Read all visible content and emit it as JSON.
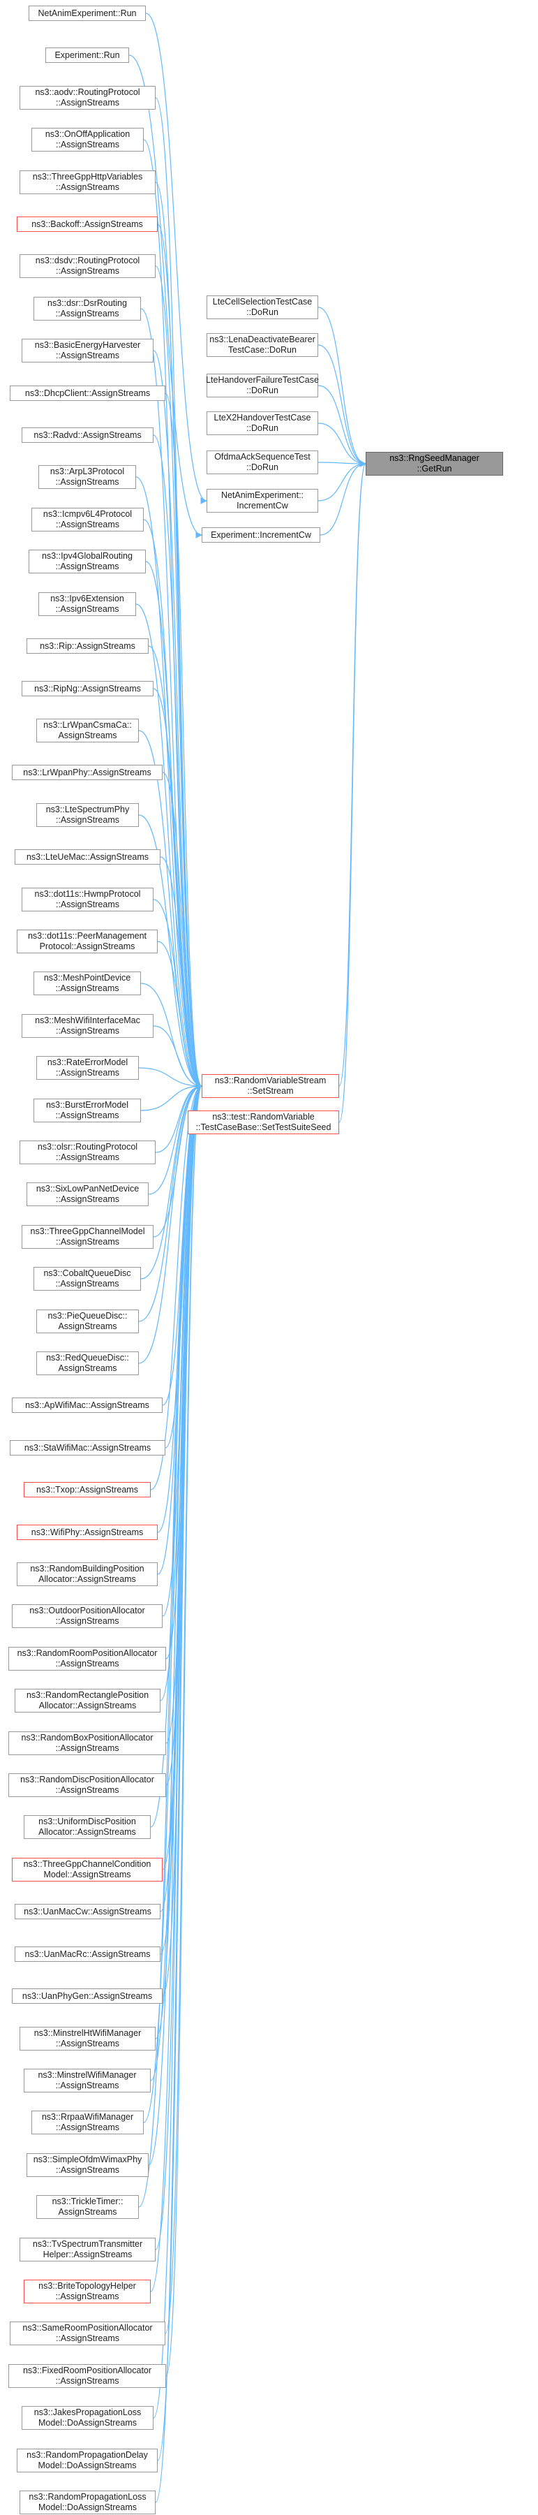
{
  "diagram": {
    "colors": {
      "edge": "#63b8ff",
      "border": "#999999",
      "red_border": "#ff4d4d",
      "focus_fill": "#999999"
    },
    "focus": {
      "id": "n-rngseed-getrun",
      "label": "ns3::RngSeedManager\n::GetRun"
    },
    "hubs": [
      {
        "id": "n-setstream",
        "label": "ns3::RandomVariableStream\n::SetStream",
        "red": true
      },
      {
        "id": "n-settestsuiteseed",
        "label": "ns3::test::RandomVariable\n::TestCaseBase::SetTestSuiteSeed",
        "red": true
      }
    ],
    "middle": [
      {
        "id": "m1",
        "label": "LteCellSelectionTestCase\n::DoRun"
      },
      {
        "id": "m2",
        "label": "ns3::LenaDeactivateBearer\nTestCase::DoRun"
      },
      {
        "id": "m3",
        "label": "LteHandoverFailureTestCase\n::DoRun"
      },
      {
        "id": "m4",
        "label": "LteX2HandoverTestCase\n::DoRun"
      },
      {
        "id": "m5",
        "label": "OfdmaAckSequenceTest\n::DoRun"
      },
      {
        "id": "m6",
        "label": "NetAnimExperiment::\nIncrementCw"
      },
      {
        "id": "m7",
        "label": "Experiment::IncrementCw"
      }
    ],
    "left": [
      {
        "label": "NetAnimExperiment::Run"
      },
      {
        "label": "Experiment::Run"
      },
      {
        "label": "ns3::aodv::RoutingProtocol\n::AssignStreams"
      },
      {
        "label": "ns3::OnOffApplication\n::AssignStreams"
      },
      {
        "label": "ns3::ThreeGppHttpVariables\n::AssignStreams"
      },
      {
        "label": "ns3::Backoff::AssignStreams",
        "red": true
      },
      {
        "label": "ns3::dsdv::RoutingProtocol\n::AssignStreams"
      },
      {
        "label": "ns3::dsr::DsrRouting\n::AssignStreams"
      },
      {
        "label": "ns3::BasicEnergyHarvester\n::AssignStreams"
      },
      {
        "label": "ns3::DhcpClient::AssignStreams"
      },
      {
        "label": "ns3::Radvd::AssignStreams"
      },
      {
        "label": "ns3::ArpL3Protocol\n::AssignStreams"
      },
      {
        "label": "ns3::Icmpv6L4Protocol\n::AssignStreams"
      },
      {
        "label": "ns3::Ipv4GlobalRouting\n::AssignStreams"
      },
      {
        "label": "ns3::Ipv6Extension\n::AssignStreams"
      },
      {
        "label": "ns3::Rip::AssignStreams"
      },
      {
        "label": "ns3::RipNg::AssignStreams"
      },
      {
        "label": "ns3::LrWpanCsmaCa::\nAssignStreams"
      },
      {
        "label": "ns3::LrWpanPhy::AssignStreams"
      },
      {
        "label": "ns3::LteSpectrumPhy\n::AssignStreams"
      },
      {
        "label": "ns3::LteUeMac::AssignStreams"
      },
      {
        "label": "ns3::dot11s::HwmpProtocol\n::AssignStreams"
      },
      {
        "label": "ns3::dot11s::PeerManagement\nProtocol::AssignStreams"
      },
      {
        "label": "ns3::MeshPointDevice\n::AssignStreams"
      },
      {
        "label": "ns3::MeshWifiInterfaceMac\n::AssignStreams"
      },
      {
        "label": "ns3::RateErrorModel\n::AssignStreams"
      },
      {
        "label": "ns3::BurstErrorModel\n::AssignStreams"
      },
      {
        "label": "ns3::olsr::RoutingProtocol\n::AssignStreams"
      },
      {
        "label": "ns3::SixLowPanNetDevice\n::AssignStreams"
      },
      {
        "label": "ns3::ThreeGppChannelModel\n::AssignStreams"
      },
      {
        "label": "ns3::CobaltQueueDisc\n::AssignStreams"
      },
      {
        "label": "ns3::PieQueueDisc::\nAssignStreams"
      },
      {
        "label": "ns3::RedQueueDisc::\nAssignStreams"
      },
      {
        "label": "ns3::ApWifiMac::AssignStreams"
      },
      {
        "label": "ns3::StaWifiMac::AssignStreams"
      },
      {
        "label": "ns3::Txop::AssignStreams",
        "red": true
      },
      {
        "label": "ns3::WifiPhy::AssignStreams",
        "red": true
      },
      {
        "label": "ns3::RandomBuildingPosition\nAllocator::AssignStreams"
      },
      {
        "label": "ns3::OutdoorPositionAllocator\n::AssignStreams"
      },
      {
        "label": "ns3::RandomRoomPositionAllocator\n::AssignStreams"
      },
      {
        "label": "ns3::RandomRectanglePosition\nAllocator::AssignStreams"
      },
      {
        "label": "ns3::RandomBoxPositionAllocator\n::AssignStreams"
      },
      {
        "label": "ns3::RandomDiscPositionAllocator\n::AssignStreams"
      },
      {
        "label": "ns3::UniformDiscPosition\nAllocator::AssignStreams"
      },
      {
        "label": "ns3::ThreeGppChannelCondition\nModel::AssignStreams",
        "red": true
      },
      {
        "label": "ns3::UanMacCw::AssignStreams"
      },
      {
        "label": "ns3::UanMacRc::AssignStreams"
      },
      {
        "label": "ns3::UanPhyGen::AssignStreams"
      },
      {
        "label": "ns3::MinstrelHtWifiManager\n::AssignStreams"
      },
      {
        "label": "ns3::MinstrelWifiManager\n::AssignStreams"
      },
      {
        "label": "ns3::RrpaaWifiManager\n::AssignStreams"
      },
      {
        "label": "ns3::SimpleOfdmWimaxPhy\n::AssignStreams"
      },
      {
        "label": "ns3::TrickleTimer::\nAssignStreams"
      },
      {
        "label": "ns3::TvSpectrumTransmitter\nHelper::AssignStreams"
      },
      {
        "label": "ns3::BriteTopologyHelper\n::AssignStreams",
        "red": true
      },
      {
        "label": "ns3::SameRoomPositionAllocator\n::AssignStreams"
      },
      {
        "label": "ns3::FixedRoomPositionAllocator\n::AssignStreams"
      },
      {
        "label": "ns3::JakesPropagationLoss\nModel::DoAssignStreams"
      },
      {
        "label": "ns3::RandomPropagationDelay\nModel::DoAssignStreams"
      },
      {
        "label": "ns3::RandomPropagationLoss\nModel::DoAssignStreams"
      }
    ]
  }
}
